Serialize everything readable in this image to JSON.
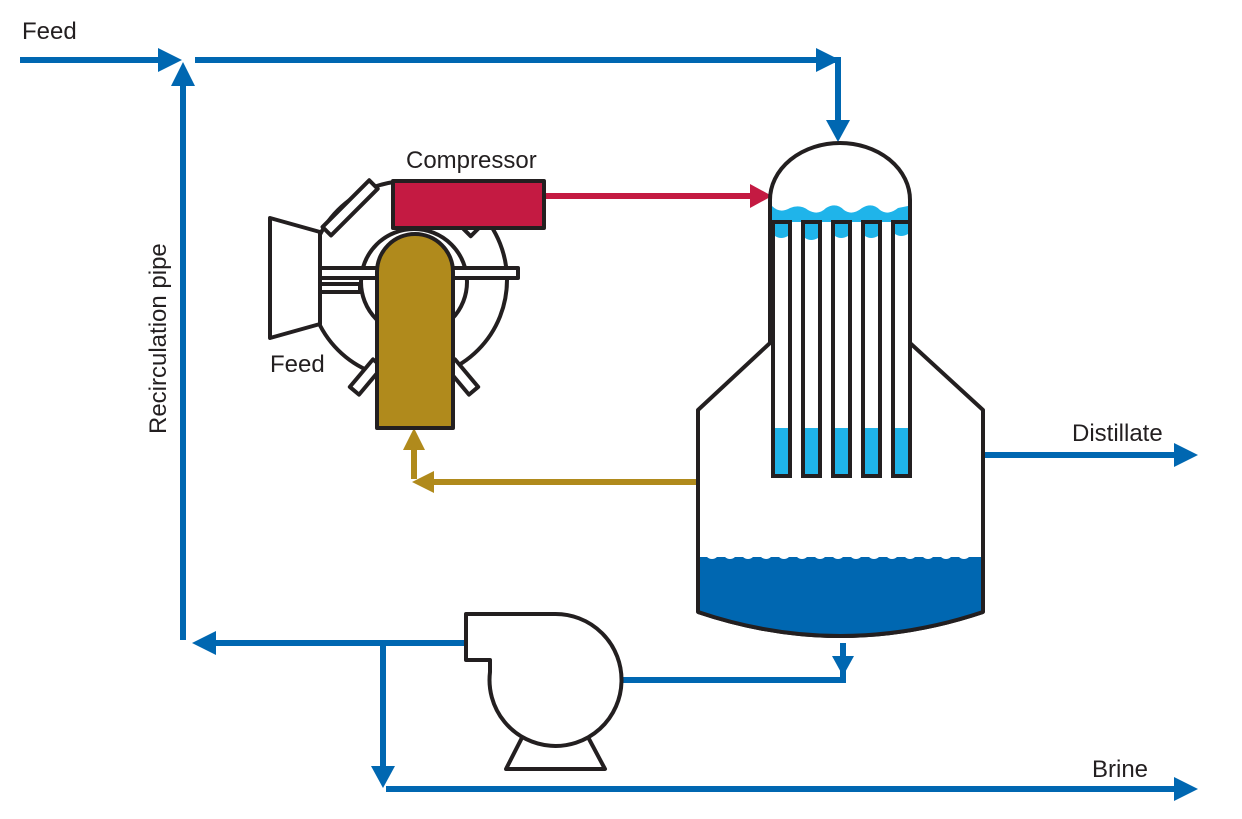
{
  "labels": {
    "feed_top": "Feed",
    "feed_compressor": "Feed",
    "compressor": "Compressor",
    "recirculation": "Recirculation pipe",
    "distillate": "Distillate",
    "brine": "Brine"
  },
  "colors": {
    "water_pipe": "#0067b1",
    "steam": "#c41a42",
    "vapor_return": "#b08a1c",
    "liquid_light": "#1fb4ea",
    "liquid_dark": "#0067b1",
    "outline": "#231f20"
  }
}
